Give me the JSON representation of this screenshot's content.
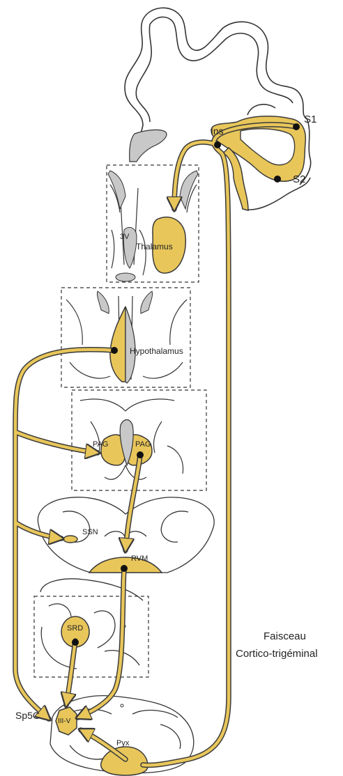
{
  "colors": {
    "pathway": "#E8C65A",
    "pathway_stroke": "#3a3a3a",
    "grey": "#c8c8c8",
    "outline": "#333333",
    "node": "#111111"
  },
  "labels": {
    "s1": "S1",
    "s2": "S2",
    "ins": "Ins",
    "third_ventricle": "3V",
    "thalamus": "Thalamus",
    "hypothalamus": "Hypothalamus",
    "pag_left": "PAG",
    "pag_right": "PAG",
    "ssn": "SSN",
    "rvm": "RVM",
    "srd": "SRD",
    "sp5c": "Sp5C",
    "iii_v": "III-V",
    "pyx": "Pyx",
    "tract_line1": "Faisceau",
    "tract_line2": "Cortico-trigéminal"
  }
}
